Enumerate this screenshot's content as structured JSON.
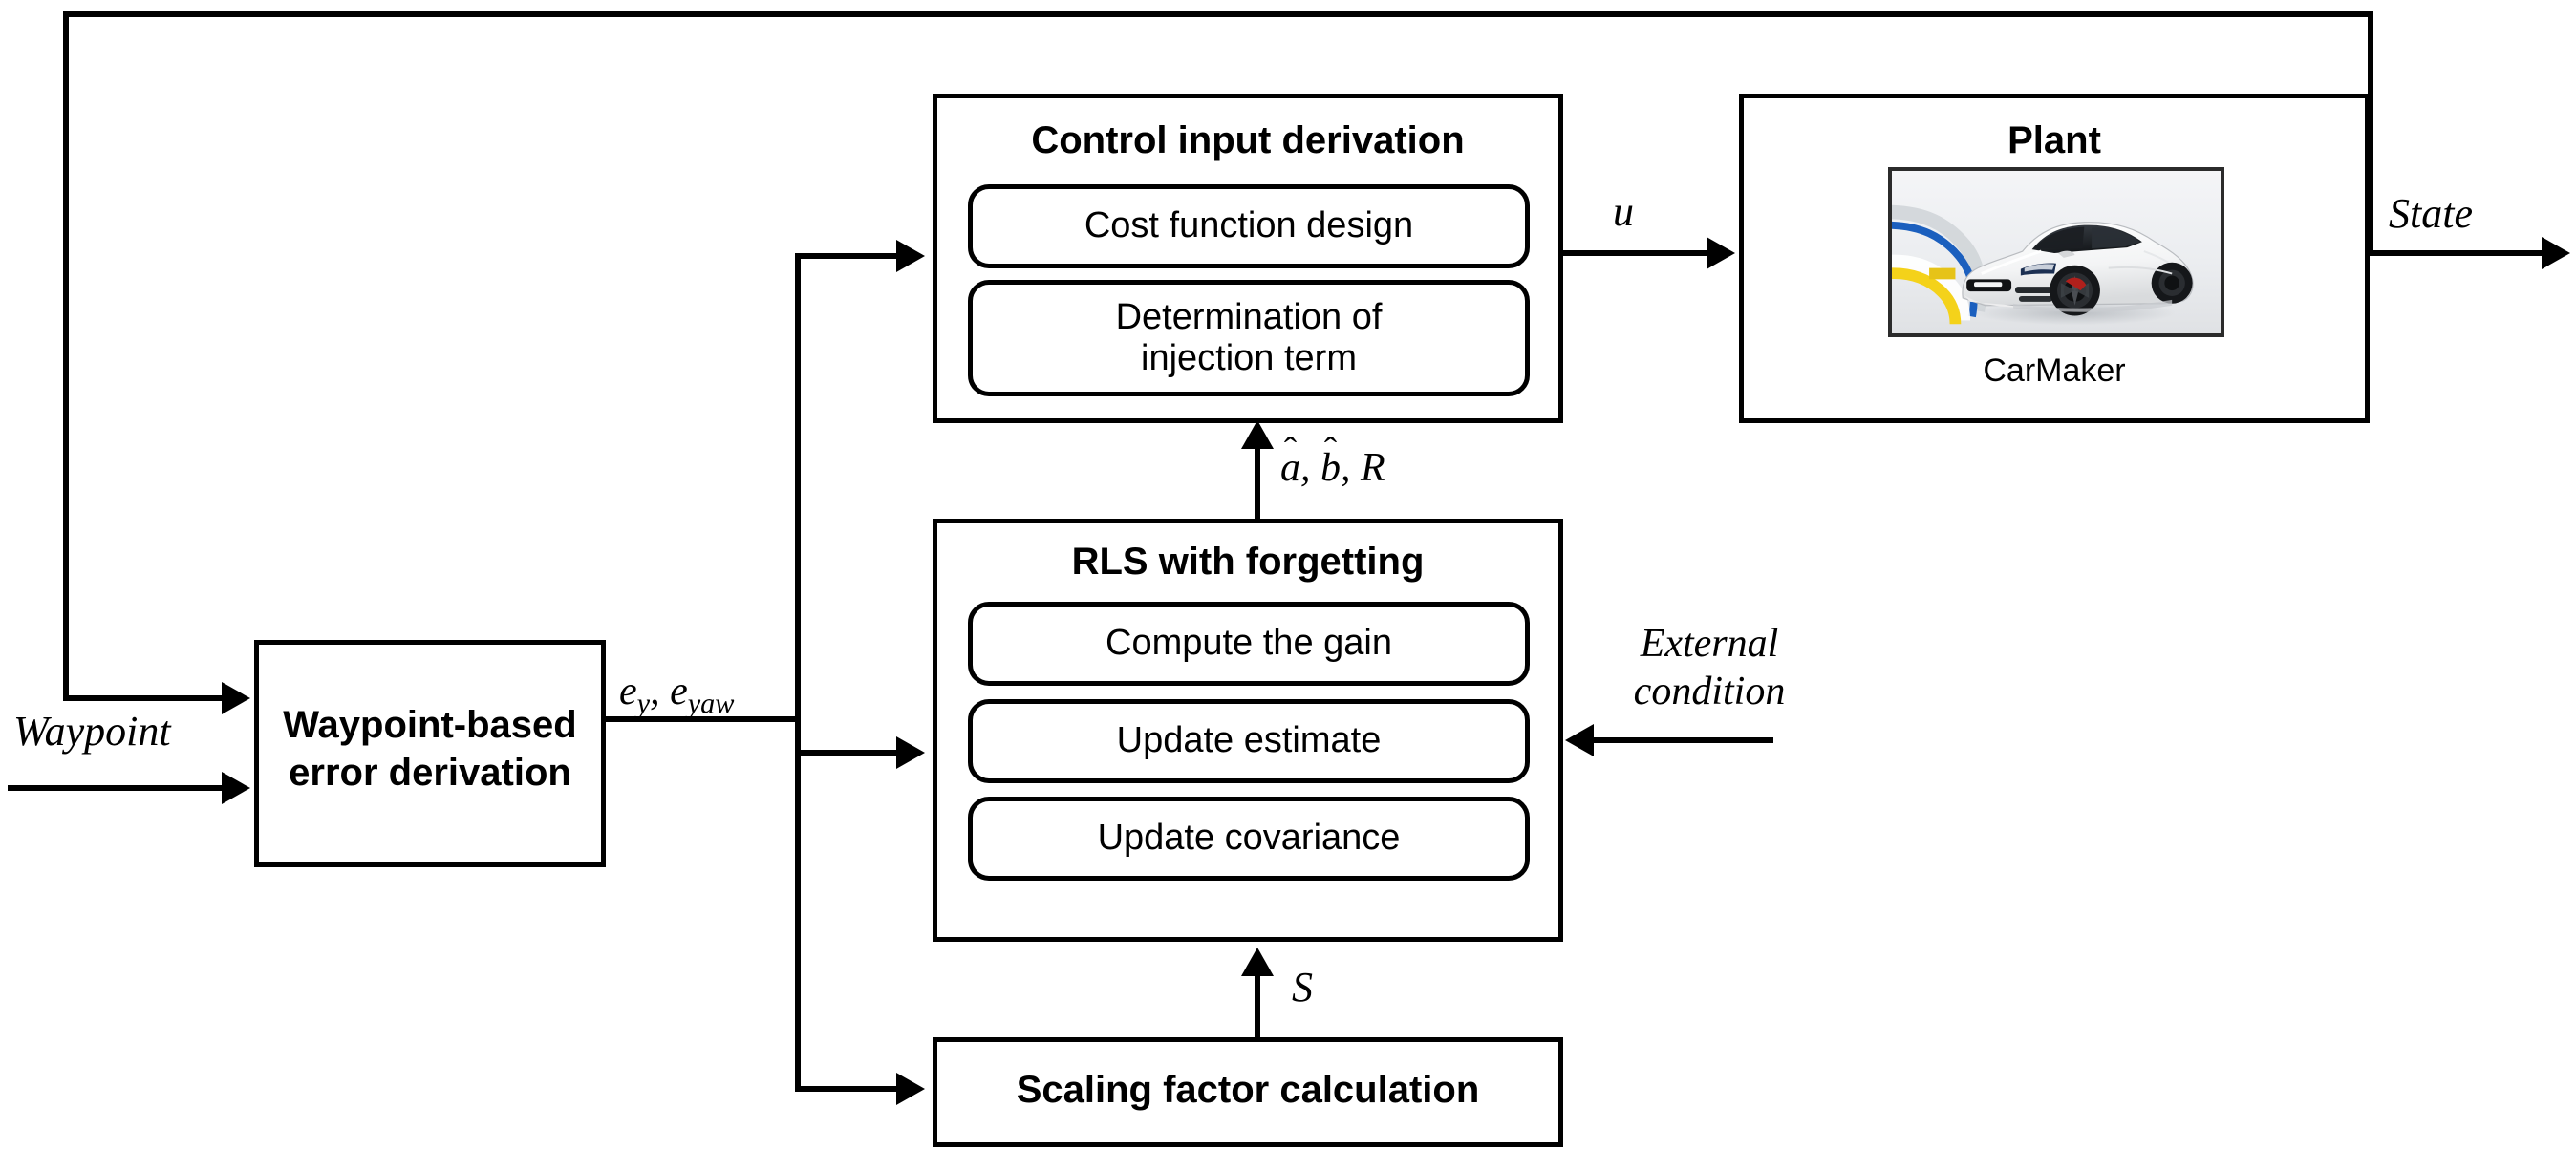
{
  "diagram": {
    "title": "Adaptive waypoint-tracking control block diagram",
    "line_color": "#000000",
    "background": "#ffffff"
  },
  "blocks": {
    "waypoint_error": {
      "title_line1": "Waypoint-based",
      "title_line2": "error derivation"
    },
    "control_input": {
      "title": "Control input derivation",
      "sub_blocks": [
        {
          "label": "Cost function design"
        },
        {
          "label": "Determination of\ninjection term",
          "line1": "Determination of",
          "line2": "injection term"
        }
      ]
    },
    "rls": {
      "title": "RLS with forgetting",
      "sub_blocks": [
        {
          "label": "Compute the gain"
        },
        {
          "label": "Update estimate"
        },
        {
          "label": "Update covariance"
        }
      ]
    },
    "scaling": {
      "title": "Scaling factor calculation"
    },
    "plant": {
      "title": "Plant",
      "image_caption": "CarMaker",
      "image_description": "white sports car on light grey background with blue and yellow lane bands",
      "image_colors": {
        "background_top": "#f2f3f5",
        "background_bottom": "#e2e4e7",
        "car_body": "#fbfbfc",
        "lane_blue": "#1b5fbe",
        "lane_yellow": "#f4d21a",
        "glass": "#22262b",
        "wheel": "#1a1a1c",
        "brake": "#b0201c"
      }
    }
  },
  "signals": {
    "waypoint": "Waypoint",
    "error": {
      "e": "e",
      "sub1": "y",
      "sep": ", ",
      "e2": "e",
      "sub2": "yaw"
    },
    "control_u": "u",
    "state": "State",
    "estimates": {
      "a": "a",
      "b": "b",
      "r": "R",
      "hat": "̂",
      "full": "â, b̂, R"
    },
    "scaling_s": "S",
    "external_condition_line1": "External",
    "external_condition_line2": "condition"
  }
}
